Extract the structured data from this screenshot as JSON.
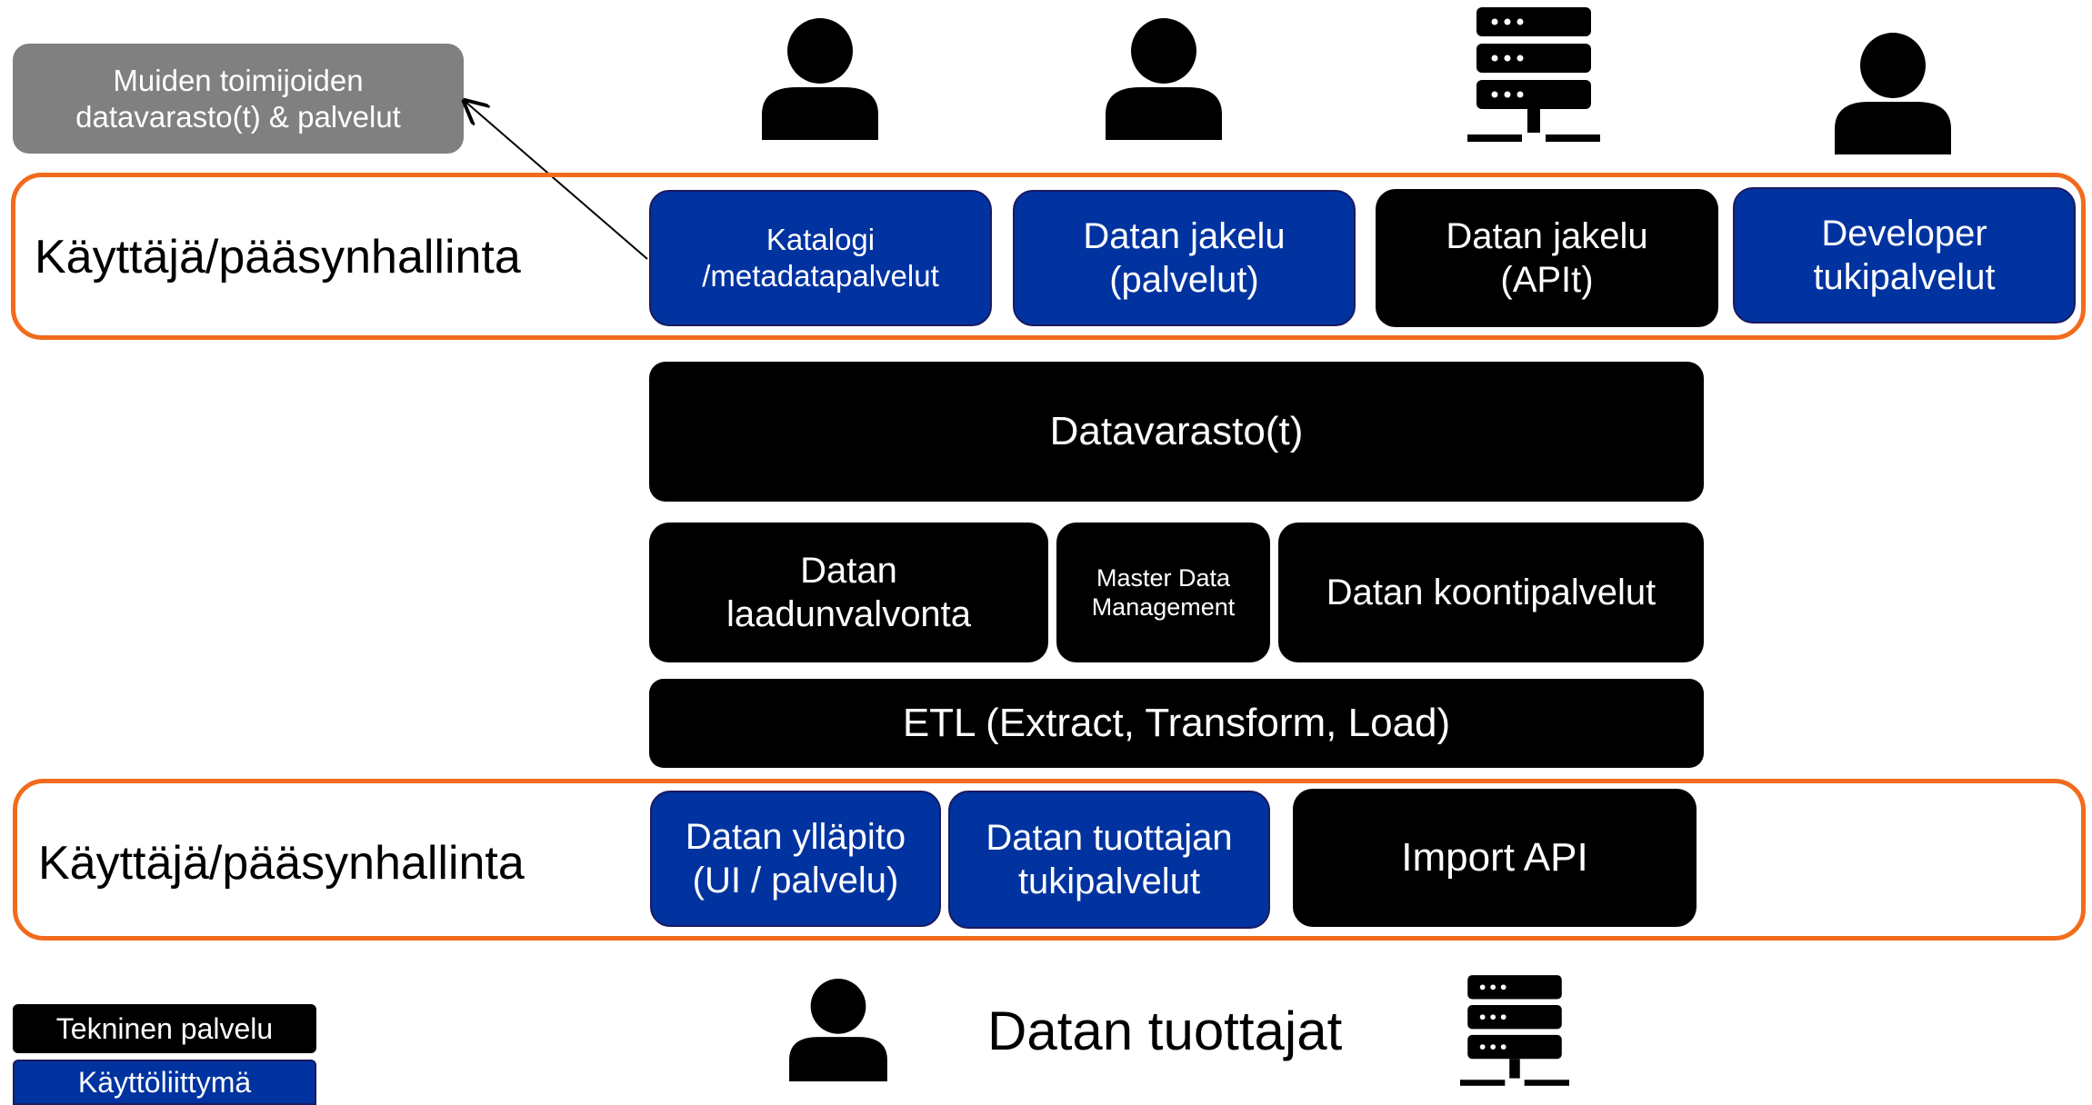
{
  "external": {
    "label": "Muiden toimijoiden\ndatavarasto(t) & palvelut"
  },
  "top_band": {
    "label": "Käyttäjä/pääsynhallinta",
    "services": [
      {
        "label": "Katalogi\n/metadatapalvelut"
      },
      {
        "label": "Datan jakelu\n(palvelut)"
      },
      {
        "label": "Datan jakelu\n(APIt)"
      },
      {
        "label": "Developer\ntukipalvelut"
      }
    ]
  },
  "core": {
    "warehouse": "Datavarasto(t)",
    "quality": "Datan\nlaadunvalvonta",
    "mdm": "Master Data\nManagement",
    "aggregation": "Datan koontipalvelut",
    "etl": "ETL (Extract, Transform, Load)"
  },
  "bottom_band": {
    "label": "Käyttäjä/pääsynhallinta",
    "services": [
      {
        "label": "Datan ylläpito\n(UI / palvelu)"
      },
      {
        "label": "Datan tuottajan\ntukipalvelut"
      },
      {
        "label": "Import API"
      }
    ]
  },
  "producers": {
    "label": "Datan tuottajat"
  },
  "legend": {
    "technical": "Tekninen palvelu",
    "ui": "Käyttöliittymä"
  },
  "colors": {
    "technical": "#000000",
    "ui": "#0033a0",
    "external": "#808080",
    "band_border": "#f26b1d"
  },
  "icons": [
    "user-icon",
    "user-icon",
    "server-icon",
    "user-icon",
    "user-icon",
    "server-icon"
  ]
}
